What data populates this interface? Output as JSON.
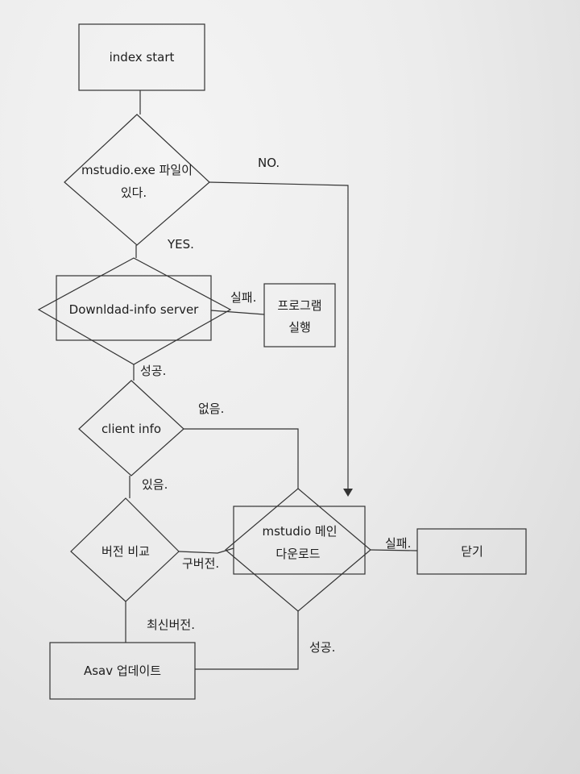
{
  "nodes": {
    "index_start": "index start",
    "mstudio_check_line1": "mstudio.exe 파일이",
    "mstudio_check_line2": "있다.",
    "download_info": "Downldad-info server",
    "program_run_line1": "프로그램",
    "program_run_line2": "실행",
    "client_info": "client info",
    "version_compare": "버전 비교",
    "mstudio_main_line1": "mstudio 메인",
    "mstudio_main_line2": "다운로드",
    "close": "닫기",
    "asav_update": "Asav 업데이트"
  },
  "edge_labels": {
    "no": "NO.",
    "yes": "YES.",
    "fail_1": "실패.",
    "success_1": "성공.",
    "none": "없음.",
    "exists": "있음.",
    "old_version": "구버전.",
    "fail_2": "실패.",
    "latest_version": "최신버전.",
    "success_2": "성공."
  },
  "colors": {
    "ink": "#333333",
    "text": "#1d1d1d",
    "paper": "#ececec"
  }
}
